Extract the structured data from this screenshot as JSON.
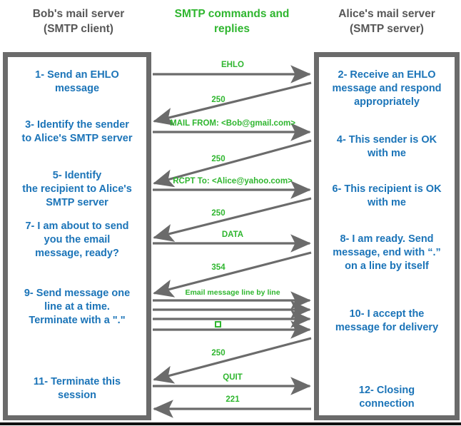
{
  "headers": {
    "left": "Bob's mail server\n(SMTP client)",
    "middle": "SMTP commands and\nreplies",
    "right": "Alice's mail server\n(SMTP server)"
  },
  "colors": {
    "step_text": "#1b74b8",
    "command_label": "#2fb62f",
    "header_gray": "#575757",
    "panel_border": "#6b6b6b",
    "arrow": "#6b6b6b",
    "background": "#ffffff"
  },
  "client_steps": [
    {
      "id": "step-1",
      "text": "1- Send an EHLO\nmessage"
    },
    {
      "id": "step-3",
      "text": "3- Identify the sender\nto Alice's SMTP server"
    },
    {
      "id": "step-5",
      "text": "5- Identify\nthe recipient to Alice's\nSMTP server"
    },
    {
      "id": "step-7",
      "text": "7- I am about to send\nyou the email\nmessage, ready?"
    },
    {
      "id": "step-9",
      "text": "9- Send message one\nline at a time.\nTerminate with a \".\""
    },
    {
      "id": "step-11",
      "text": "11- Terminate this\nsession"
    }
  ],
  "server_steps": [
    {
      "id": "step-2",
      "text": "2- Receive an EHLO\nmessage and respond\nappropriately"
    },
    {
      "id": "step-4",
      "text": "4- This sender is OK\nwith me"
    },
    {
      "id": "step-6",
      "text": "6- This recipient is OK\nwith me"
    },
    {
      "id": "step-8",
      "text": "8-  I am ready. Send\nmessage, end with “.”\non a line by itself"
    },
    {
      "id": "step-10",
      "text": "10-  I accept the\nmessage for delivery"
    },
    {
      "id": "step-12",
      "text": "12-  Closing\nconnection"
    }
  ],
  "messages": [
    {
      "id": "msg-ehlo",
      "label": "EHLO",
      "direction": "client-to-server",
      "shape": "horizontal",
      "font_size": 11.5
    },
    {
      "id": "reply-250-ehlo",
      "label": "250",
      "direction": "server-to-client",
      "shape": "diagonal",
      "font_size": 11.5
    },
    {
      "id": "msg-mail-from",
      "label": "MAIL FROM: <Bob@gmail.com>",
      "direction": "client-to-server",
      "shape": "horizontal",
      "font_size": 11.5
    },
    {
      "id": "reply-250-mail",
      "label": "250",
      "direction": "server-to-client",
      "shape": "diagonal",
      "font_size": 11.5
    },
    {
      "id": "msg-rcpt-to",
      "label": "RCPT To: <Alice@yahoo.com>",
      "direction": "client-to-server",
      "shape": "horizontal",
      "font_size": 11.5
    },
    {
      "id": "reply-250-rcpt",
      "label": "250",
      "direction": "server-to-client",
      "shape": "diagonal",
      "font_size": 11.5
    },
    {
      "id": "msg-data",
      "label": "DATA",
      "direction": "client-to-server",
      "shape": "horizontal",
      "font_size": 11.5
    },
    {
      "id": "reply-354",
      "label": "354",
      "direction": "server-to-client",
      "shape": "diagonal",
      "font_size": 11.5
    },
    {
      "id": "msg-body-1",
      "label": "Email message line by line",
      "direction": "client-to-server",
      "shape": "horizontal",
      "font_size": 10.5
    },
    {
      "id": "msg-body-2",
      "label": "",
      "direction": "client-to-server",
      "shape": "horizontal",
      "font_size": 10.5
    },
    {
      "id": "msg-body-3",
      "label": "",
      "direction": "client-to-server",
      "shape": "horizontal",
      "font_size": 10.5
    },
    {
      "id": "msg-body-end",
      "label": "",
      "direction": "client-to-server",
      "shape": "horizontal",
      "font_size": 10.5,
      "marker": "dot-terminator"
    },
    {
      "id": "reply-250-data",
      "label": "250",
      "direction": "server-to-client",
      "shape": "diagonal",
      "font_size": 11.5
    },
    {
      "id": "msg-quit",
      "label": "QUIT",
      "direction": "client-to-server",
      "shape": "horizontal",
      "font_size": 11.5
    },
    {
      "id": "reply-221",
      "label": "221",
      "direction": "server-to-client",
      "shape": "horizontal",
      "font_size": 11.5
    }
  ]
}
